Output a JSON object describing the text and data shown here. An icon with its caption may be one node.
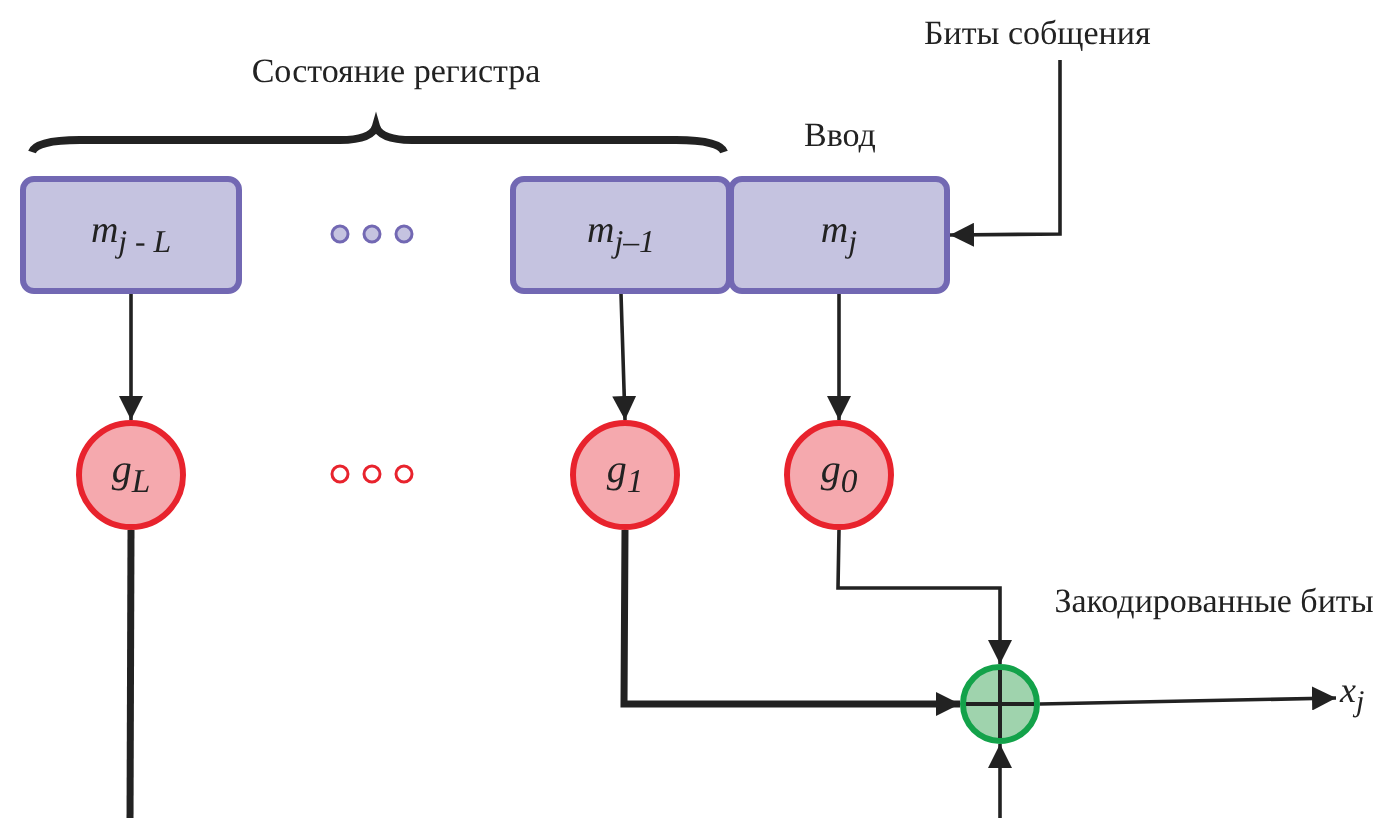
{
  "diagram": {
    "nodes": [
      {
        "text": [
          "m$_{j - L}$"
        ]
      },
      {
        "text": [
          "m$_{j–1}$"
        ]
      },
      {
        "text": [
          "m$_{j}$"
        ]
      },
      {
        "text": [
          "g$_{L}$"
        ]
      },
      {
        "text": [
          "g$_{1}$"
        ]
      },
      {
        "text": [
          "g$_{0}$"
        ]
      },
      {
        "text": [],
        "shape": "circle"
      },
      {
        "text": [
          "Биты собщения"
        ]
      },
      {
        "text": [
          "x$_{j}$"
        ]
      }
    ],
    "edges": [
      {
        "from": 0,
        "to": 3,
        "arrow": "to"
      },
      {
        "from": 1,
        "to": 4,
        "arrow": "to"
      },
      {
        "from": 2,
        "to": 5,
        "arrow": "to"
      },
      {
        "from": 7,
        "to": 2,
        "arrow": "to"
      },
      {
        "from": 5,
        "to": 6,
        "arrow": "to"
      },
      {
        "from": 4,
        "to": 6,
        "arrow": "to",
        "style": "thick"
      },
      {
        "from": null,
        "to": 6,
        "arrow": "to"
      },
      {
        "from": 3,
        "to": null,
        "arrow": "none",
        "style": "thick"
      },
      {
        "from": 6,
        "to": 8,
        "arrow": "to"
      }
    ],
    "labels": [
      "Состояние регистра",
      "Ввод",
      "Закодированные биты"
    ]
  }
}
